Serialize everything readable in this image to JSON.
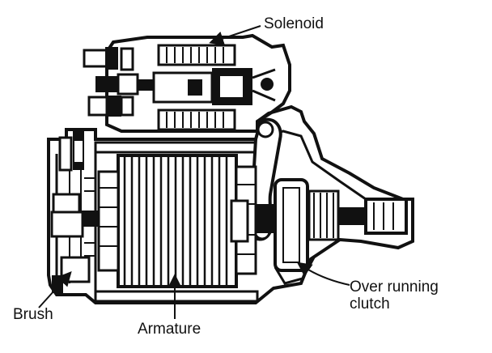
{
  "labels": {
    "solenoid": "Solenoid",
    "over_running_clutch": "Over running clutch",
    "brush": "Brush",
    "armature": "Armature"
  }
}
